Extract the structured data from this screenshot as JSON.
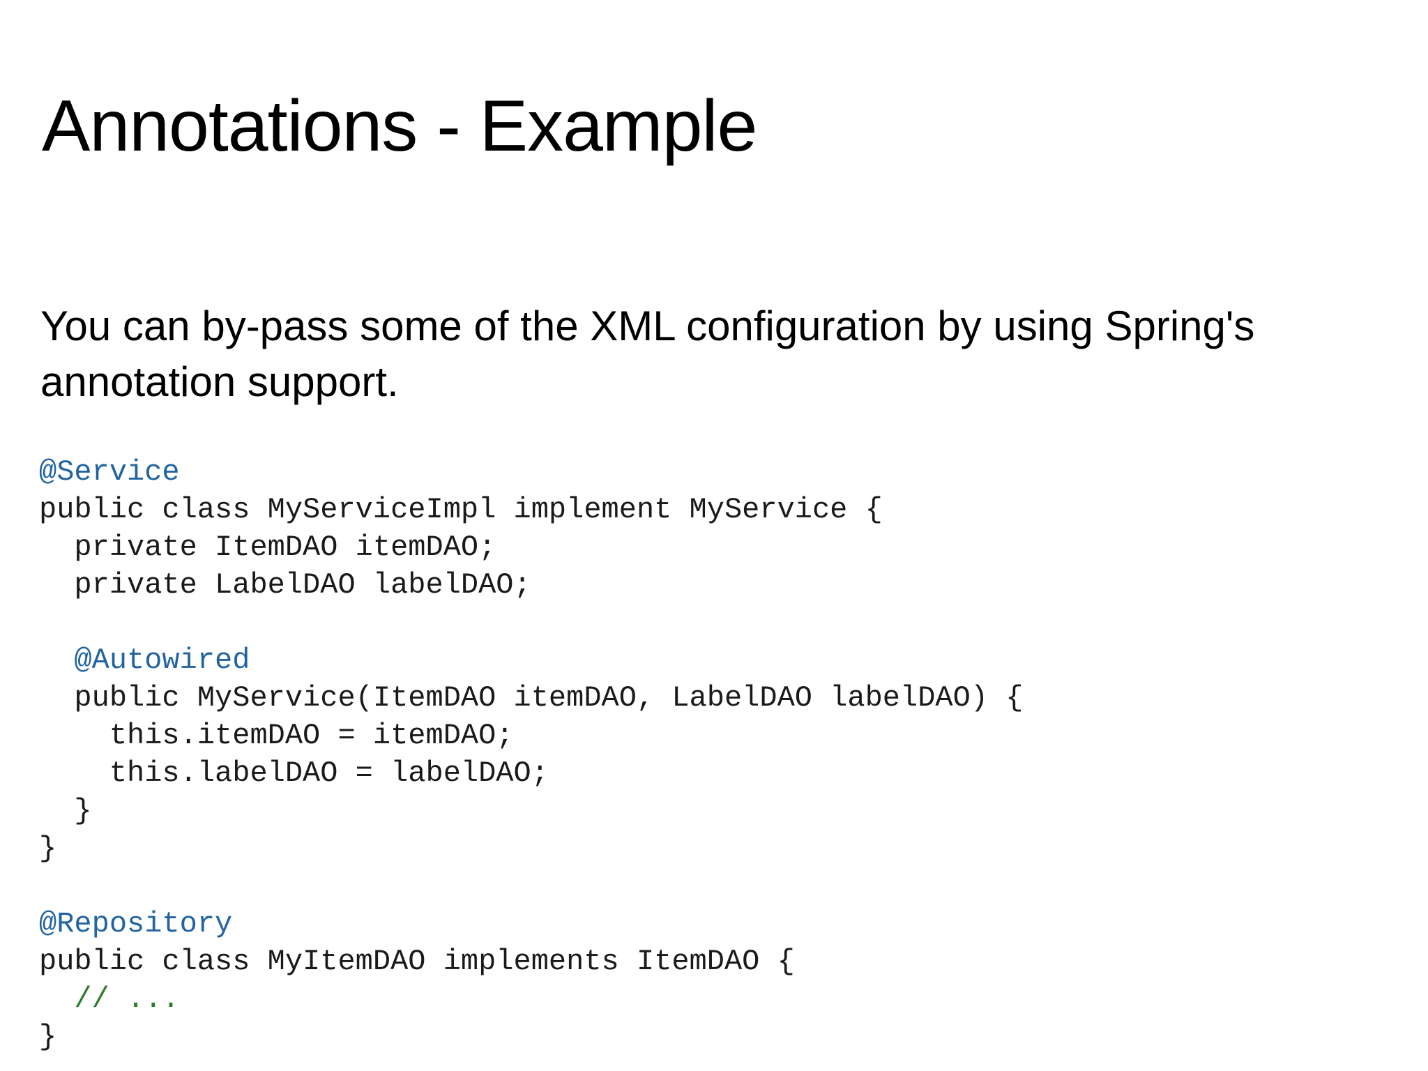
{
  "slide": {
    "title": "Annotations - Example",
    "body_paragraph": "You can by-pass some of the XML configuration by using Spring's annotation support.",
    "colors": {
      "background": "#ffffff",
      "text": "#000000",
      "annotation_blue": "#2264A0",
      "comment_green": "#2C7A2C"
    },
    "code": {
      "language": "java",
      "lines": [
        {
          "indent": 0,
          "kind": "annotation",
          "text": "@Service"
        },
        {
          "indent": 0,
          "kind": "plain",
          "text": "public class MyServiceImpl implement MyService {"
        },
        {
          "indent": 1,
          "kind": "plain",
          "text": "private ItemDAO itemDAO;"
        },
        {
          "indent": 1,
          "kind": "plain",
          "text": "private LabelDAO labelDAO;"
        },
        {
          "indent": 0,
          "kind": "blank",
          "text": ""
        },
        {
          "indent": 1,
          "kind": "annotation",
          "text": "@Autowired"
        },
        {
          "indent": 1,
          "kind": "plain",
          "text": "public MyService(ItemDAO itemDAO, LabelDAO labelDAO) {"
        },
        {
          "indent": 2,
          "kind": "plain",
          "text": "this.itemDAO = itemDAO;"
        },
        {
          "indent": 2,
          "kind": "plain",
          "text": "this.labelDAO = labelDAO;"
        },
        {
          "indent": 1,
          "kind": "plain",
          "text": "}"
        },
        {
          "indent": 0,
          "kind": "plain",
          "text": "}"
        },
        {
          "indent": 0,
          "kind": "blank",
          "text": ""
        },
        {
          "indent": 0,
          "kind": "annotation",
          "text": "@Repository"
        },
        {
          "indent": 0,
          "kind": "plain",
          "text": "public class MyItemDAO implements ItemDAO {"
        },
        {
          "indent": 1,
          "kind": "comment",
          "text": "// ..."
        },
        {
          "indent": 0,
          "kind": "plain",
          "text": "}"
        }
      ]
    }
  }
}
